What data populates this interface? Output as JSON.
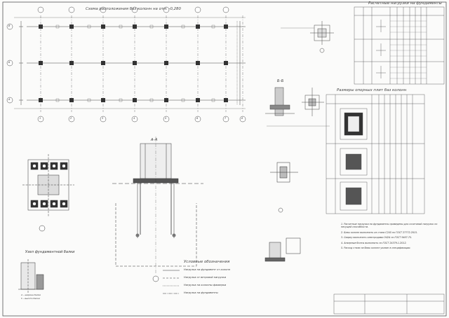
{
  "sheet": {
    "titles": {
      "column_plan": "Схема расположения баз колонн на отм. -0,280",
      "loads_table": "Расчетные нагрузки на фундаменты",
      "plates_table": "Размеры опорных плит баз колонн",
      "section_bb": "Б–Б",
      "section_aa": "А–А",
      "node_foundation_beam": "Узел фундаментной балки",
      "legend_title": "Условные обозначения"
    },
    "grid_axes": {
      "columns": [
        "1",
        "2",
        "3",
        "4",
        "5",
        "6",
        "7",
        "8"
      ],
      "rows": [
        "А",
        "Б",
        "В"
      ]
    },
    "legend": {
      "items": [
        "Нагрузка на фундамент от колонн",
        "Нагрузка от ветровой нагрузки",
        "Нагрузка на колонны фахверка",
        "Нагрузка на фундаменты"
      ]
    },
    "notes": [
      "1. Расчетные нагрузки на фундаменты приведены для сочетаний нагрузок по несущей способности.",
      "2. Базы колонн выполнить из стали С245 по ГОСТ 27772-2015.",
      "3. Сварку выполнить электродами Э42А по ГОСТ 9467-75.",
      "4. Анкерные болты выполнить по ГОСТ 24379.1-2012.",
      "5. Расход стали на базы колонн указан в спецификации."
    ],
    "beam_note": [
      "А – ширина балки",
      "h – высота балки"
    ]
  }
}
